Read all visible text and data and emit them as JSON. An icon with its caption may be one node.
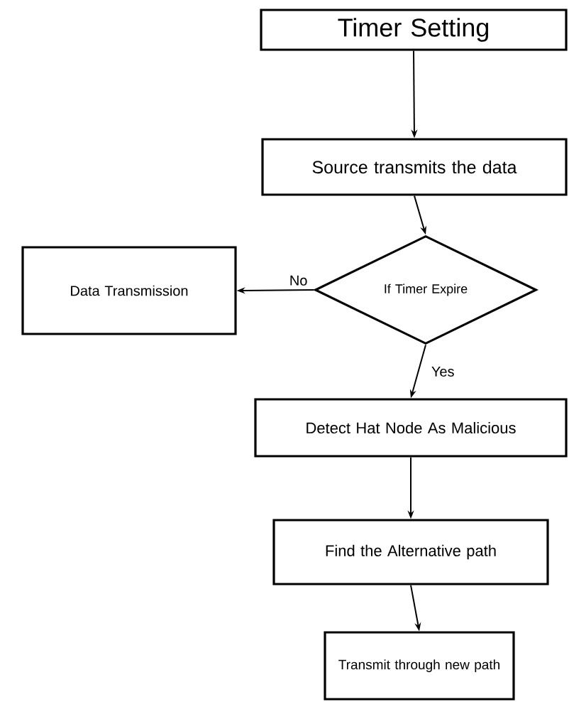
{
  "diagram": {
    "nodes": [
      {
        "text": [
          "Timer Setting"
        ]
      },
      {
        "text": [
          "Source transmits the data"
        ]
      },
      {
        "text": [
          "If Timer Expire"
        ]
      },
      {
        "text": [
          "Data Transmission"
        ]
      },
      {
        "text": [
          "Detect Hat Node As Malicious"
        ]
      },
      {
        "text": [
          "Find the Alternative path"
        ]
      },
      {
        "text": [
          "Transmit through new path"
        ]
      }
    ],
    "edges": [
      {
        "from": 0,
        "to": 1,
        "arrow": "to"
      },
      {
        "from": 1,
        "to": 2,
        "arrow": "to"
      },
      {
        "from": 2,
        "to": 3,
        "arrow": "to",
        "label": "No"
      },
      {
        "from": 2,
        "to": 4,
        "arrow": "to",
        "label": "Yes"
      },
      {
        "from": 4,
        "to": 5,
        "arrow": "to"
      },
      {
        "from": 5,
        "to": 6,
        "arrow": "to"
      }
    ]
  }
}
